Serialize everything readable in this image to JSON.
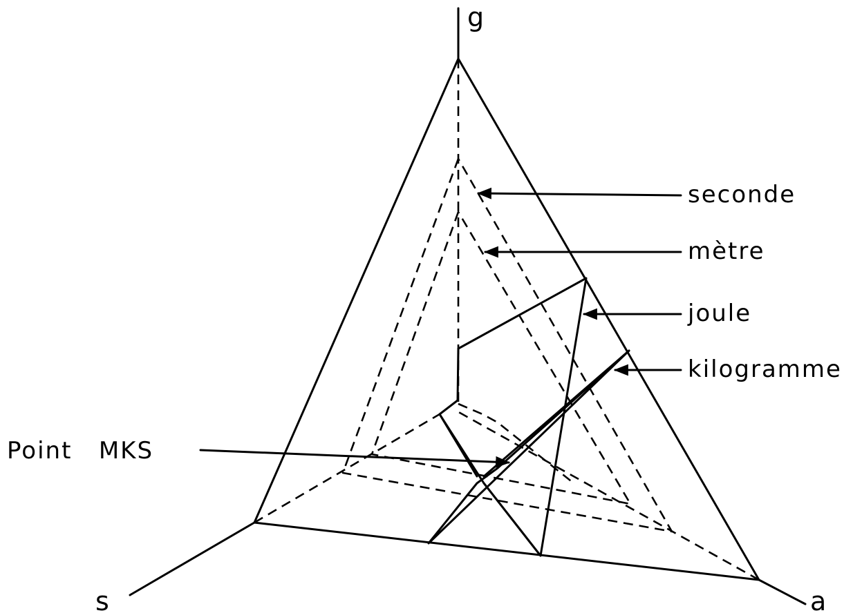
{
  "axes": {
    "top": "g",
    "left": "s",
    "right": "a"
  },
  "labels": {
    "seconde": "seconde",
    "metre": "mètre",
    "joule": "joule",
    "kilogramme": "kilogramme",
    "point_mks": "Point   MKS"
  }
}
